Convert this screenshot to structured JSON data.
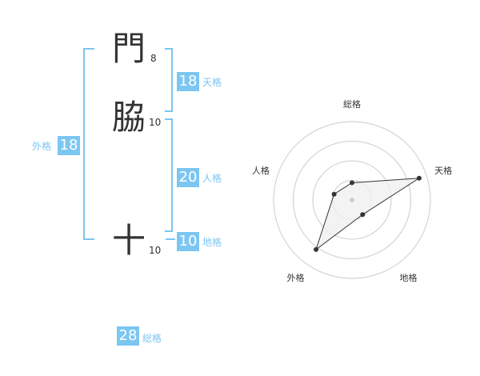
{
  "characters": [
    {
      "char": "門",
      "strokes": "8"
    },
    {
      "char": "脇",
      "strokes": "10"
    },
    {
      "char": "十",
      "strokes": "10"
    }
  ],
  "kaku": {
    "tenkaku": {
      "value": "18",
      "label": "天格"
    },
    "jinkaku": {
      "value": "20",
      "label": "人格"
    },
    "chikaku": {
      "value": "10",
      "label": "地格"
    },
    "gaikaku": {
      "value": "18",
      "label": "外格"
    },
    "soukaku": {
      "value": "28",
      "label": "総格"
    }
  },
  "chart_data": {
    "type": "radar",
    "axes": [
      "総格",
      "天格",
      "地格",
      "外格",
      "人格"
    ],
    "values": [
      0.22,
      0.9,
      0.23,
      0.78,
      0.24
    ],
    "rings": 4,
    "fill_color": "#f0f0f0",
    "line_color": "#333333",
    "ring_color": "#cccccc"
  },
  "colors": {
    "accent": "#7cc6f2",
    "text": "#333333"
  }
}
